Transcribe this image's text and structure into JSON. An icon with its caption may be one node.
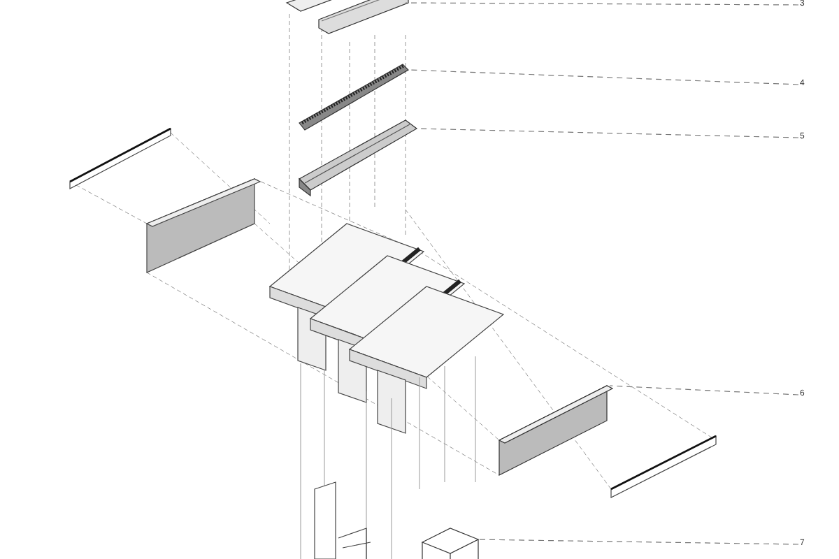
{
  "diagram": {
    "nodes": [
      {
        "text": [
          "3"
        ]
      },
      {
        "text": [
          "4"
        ]
      },
      {
        "text": [
          "5"
        ]
      },
      {
        "text": [
          "6"
        ]
      },
      {
        "text": [
          "7"
        ]
      },
      {
        "text": [],
        "shape": "picture"
      },
      {
        "text": [],
        "shape": "picture"
      },
      {
        "text": [],
        "shape": "picture"
      },
      {
        "text": [],
        "shape": "picture"
      },
      {
        "text": [],
        "shape": "picture"
      }
    ],
    "edges": [
      {
        "from": 0,
        "to": 5,
        "arrow": "none",
        "style": "dashed"
      },
      {
        "from": 1,
        "to": 6,
        "arrow": "none",
        "style": "dashed"
      },
      {
        "from": 2,
        "to": 7,
        "arrow": "none",
        "style": "dashed"
      },
      {
        "from": 3,
        "to": 8,
        "arrow": "none",
        "style": "dashed"
      },
      {
        "from": 4,
        "to": 9,
        "arrow": "none",
        "style": "dashed"
      }
    ]
  }
}
